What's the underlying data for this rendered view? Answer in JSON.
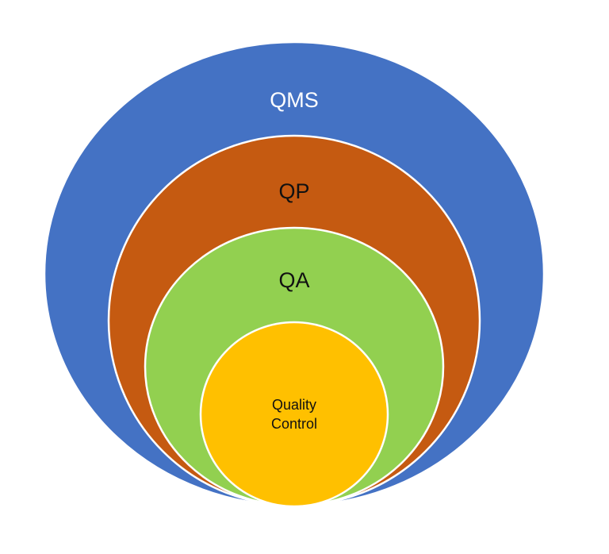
{
  "diagram": {
    "layers": [
      {
        "label": "QMS",
        "fill": "#4472c4",
        "text_color": "#ffffff"
      },
      {
        "label": "QP",
        "fill": "#c55a11",
        "text_color": "#111111"
      },
      {
        "label": "QA",
        "fill": "#92d050",
        "text_color": "#111111"
      },
      {
        "label_lines": [
          "Quality",
          "Control"
        ],
        "fill": "#ffc000",
        "text_color": "#111111"
      }
    ],
    "border_color": "#ffffff"
  }
}
